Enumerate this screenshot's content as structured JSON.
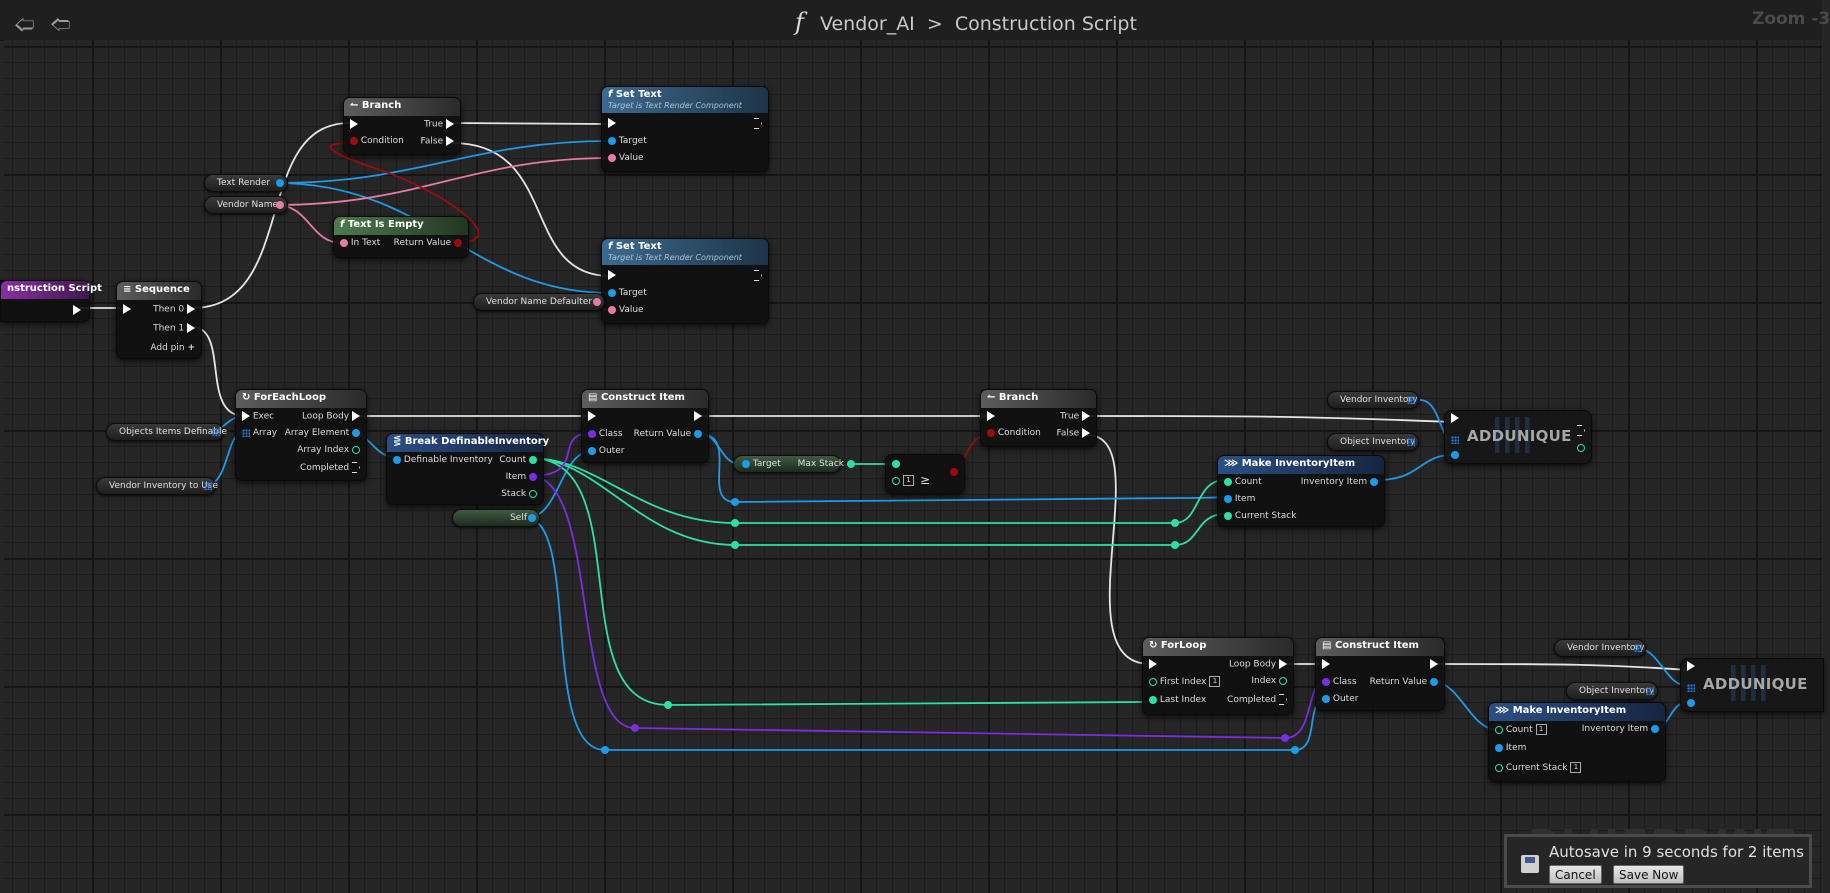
{
  "header": {
    "blueprint": "Vendor_AI",
    "separator": ">",
    "graph": "Construction Script",
    "zoom": "Zoom -3"
  },
  "nodes": {
    "construction_script": "nstruction Script",
    "sequence": {
      "title": "Sequence",
      "then0": "Then 0",
      "then1": "Then 1",
      "add_pin": "Add pin"
    },
    "branch1": {
      "title": "Branch",
      "condition": "Condition",
      "true": "True",
      "false": "False"
    },
    "set_text1": {
      "title": "Set Text",
      "subtitle": "Target is Text Render Component",
      "target": "Target",
      "value": "Value"
    },
    "set_text2": {
      "title": "Set Text",
      "subtitle": "Target is Text Render Component",
      "target": "Target",
      "value": "Value"
    },
    "text_is_empty": {
      "title": "Text Is Empty",
      "in_text": "In Text",
      "return_value": "Return Value"
    },
    "foreach": {
      "title": "ForEachLoop",
      "exec": "Exec",
      "array": "Array",
      "loop_body": "Loop Body",
      "array_element": "Array Element",
      "array_index": "Array Index",
      "completed": "Completed"
    },
    "break_inv": {
      "title": "Break DefinableInventory",
      "input": "Definable Inventory",
      "count": "Count",
      "item": "Item",
      "stack": "Stack"
    },
    "construct1": {
      "title": "Construct Item",
      "class": "Class",
      "outer": "Outer",
      "return_value": "Return Value"
    },
    "max_stack": {
      "target": "Target",
      "max_stack": "Max Stack"
    },
    "compare": {
      "value": "1"
    },
    "branch2": {
      "title": "Branch",
      "condition": "Condition",
      "true": "True",
      "false": "False"
    },
    "make_inv1": {
      "title": "Make InventoryItem",
      "count": "Count",
      "item": "Item",
      "current_stack": "Current Stack",
      "inventory_item": "Inventory Item"
    },
    "addunique1": {
      "label": "ADDUNIQUE"
    },
    "forloop": {
      "title": "ForLoop",
      "first_index": "First Index",
      "first_index_value": "1",
      "last_index": "Last Index",
      "loop_body": "Loop Body",
      "index": "Index",
      "completed": "Completed"
    },
    "construct2": {
      "title": "Construct Item",
      "class": "Class",
      "outer": "Outer",
      "return_value": "Return Value"
    },
    "make_inv2": {
      "title": "Make InventoryItem",
      "count": "Count",
      "count_value": "1",
      "item": "Item",
      "current_stack": "Current Stack",
      "current_stack_value": "1",
      "inventory_item": "Inventory Item"
    },
    "addunique2": {
      "label": "ADDUNIQUE"
    }
  },
  "variables": {
    "text_render": "Text Render",
    "vendor_name": "Vendor Name",
    "vendor_name_defaulter": "Vendor Name Defaulter",
    "objects_items_definable": "Objects Items Definable",
    "vendor_inventory_to_use": "Vendor Inventory to Use",
    "self": "Self",
    "vendor_inventory_1": "Vendor Inventory",
    "object_inventory_1": "Object Inventory",
    "vendor_inventory_2": "Vendor Inventory",
    "object_inventory_2": "Object Inventory"
  },
  "autosave": {
    "message": "Autosave in 9 seconds for 2 items",
    "cancel": "Cancel",
    "save_now": "Save Now",
    "watermark": "BLUEPRINT"
  },
  "colors": {
    "exec": "#ffffff",
    "object": "#1e9be8",
    "text": "#e87aa6",
    "bool": "#9b0d0d",
    "integer": "#2ee0a6",
    "class": "#7b2de0"
  }
}
